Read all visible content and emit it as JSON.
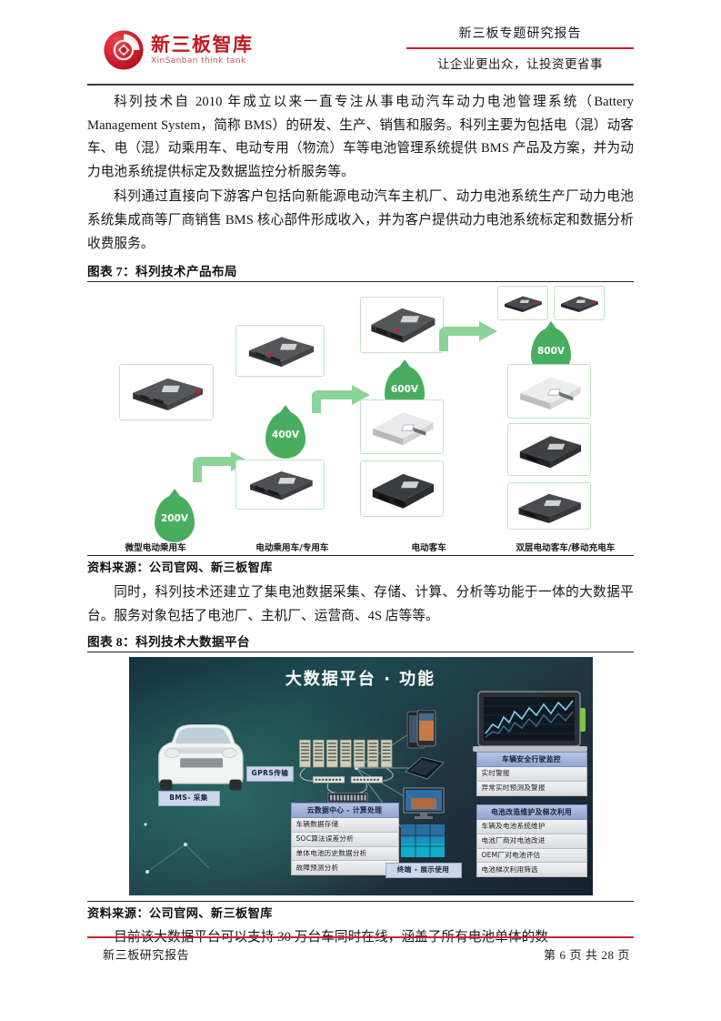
{
  "header": {
    "logo_cn": "新三板智库",
    "logo_en": "XinSanban think tank",
    "report_type": "新三板专题研究报告",
    "slogan": "让企业更出众，让投资更省事",
    "accent_red": "#cc2229"
  },
  "body": {
    "para1": "科列技术自 2010 年成立以来一直专注从事电动汽车动力电池管理系统（Battery Management System，简称 BMS）的研发、生产、销售和服务。科列主要为包括电（混）动客车、电（混）动乘用车、电动专用（物流）车等电池管理系统提供 BMS 产品及方案，并为动力电池系统提供标定及数据监控分析服务等。",
    "para2": "科列通过直接向下游客户包括向新能源电动汽车主机厂、动力电池系统生产厂动力电池系统集成商等厂商销售 BMS 核心部件形成收入，并为客户提供动力电池系统标定和数据分析收费服务。",
    "para3": "同时，科列技术还建立了集电池数据采集、存储、计算、分析等功能于一体的大数据平台。服务对象包括了电池厂、主机厂、运营商、4S 店等等。",
    "para4": "目前该大数据平台可以支持 30 万台车同时在线，涵盖了所有电池单体的数"
  },
  "exhibit7": {
    "title": "图表 7：科列技术产品布局",
    "source": "资料来源：公司官网、新三板智库",
    "voltages": [
      "200V",
      "400V",
      "600V",
      "800V"
    ],
    "categories": [
      "微型电动乘用车",
      "电动乘用车/专用车",
      "电动客车",
      "双层电动客车/移动充电车"
    ],
    "accent_green": "#49ad5f",
    "box_border": "#bfe3c6"
  },
  "exhibit8": {
    "title": "图表 8：科列技术大数据平台",
    "source": "资料来源：公司官网、新三板智库",
    "heading": "大数据平台 · 功能",
    "tags": {
      "gprs": "GPRS传输",
      "bms": "BMS- 采集",
      "terminal": "终端 - 展示使用"
    },
    "cloud_panel": {
      "header": "云数据中心 - 计算处理",
      "items": [
        "车辆数据存储",
        "SOC算法误差分析",
        "单体电池历史数据分析",
        "故障预测分析"
      ]
    },
    "right_panels": [
      {
        "header": "车辆安全行驶监控",
        "items": [
          "实时警报",
          "异常实时预测及警报"
        ]
      },
      {
        "header": "电池改造维护及梯次利用",
        "items": [
          "车辆及电池系统维护",
          "电池厂商对电池改进",
          "OEM厂对电池评估",
          "电池梯次利用筛选"
        ]
      }
    ]
  },
  "footer": {
    "left": "新三板研究报告",
    "right": "第 6 页 共 28 页"
  }
}
